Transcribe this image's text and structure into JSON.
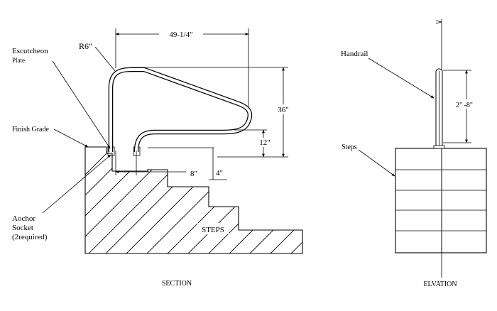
{
  "section": {
    "caption": "SECTION",
    "steps_label": "STEPS",
    "labels": {
      "escutcheon_line1": "Escutcheon",
      "escutcheon_line2": "Plate",
      "radius": "R6\"",
      "finish_grade": "Finish Grade",
      "anchor_line1": "Aochor",
      "anchor_line2": "Socket",
      "anchor_line3": "(2required)"
    },
    "dimensions": {
      "width": "49-1/4\"",
      "height": "36\"",
      "rail_height": "12\"",
      "socket_spacing": "8\"",
      "socket_depth": "4\""
    }
  },
  "elevation": {
    "caption": "ELVATION",
    "labels": {
      "handrail": "Handrail",
      "steps": "Steps"
    },
    "dimensions": {
      "clearance": "2\" -8\""
    }
  }
}
